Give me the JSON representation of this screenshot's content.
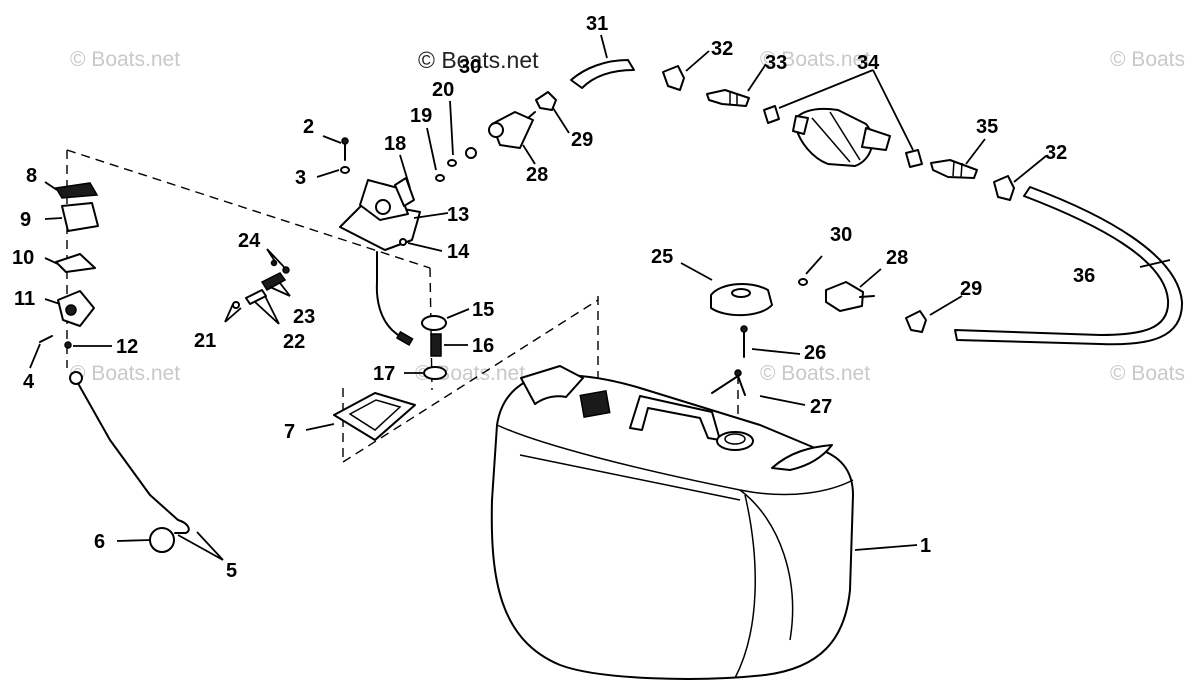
{
  "watermark": {
    "faint": "© Boats.net",
    "faint_clipped": "© Boats",
    "header": "© Boats.net"
  },
  "callouts": [
    "1",
    "2",
    "3",
    "4",
    "5",
    "6",
    "7",
    "8",
    "9",
    "10",
    "11",
    "12",
    "13",
    "14",
    "15",
    "16",
    "17",
    "18",
    "19",
    "20",
    "21",
    "22",
    "23",
    "24",
    "25",
    "26",
    "27",
    "28",
    "29",
    "30",
    "31",
    "32",
    "33",
    "34",
    "35",
    "36"
  ],
  "extra_callouts": {
    "c28b": "28",
    "c29b": "29",
    "c30b": "30",
    "c32b": "32"
  }
}
